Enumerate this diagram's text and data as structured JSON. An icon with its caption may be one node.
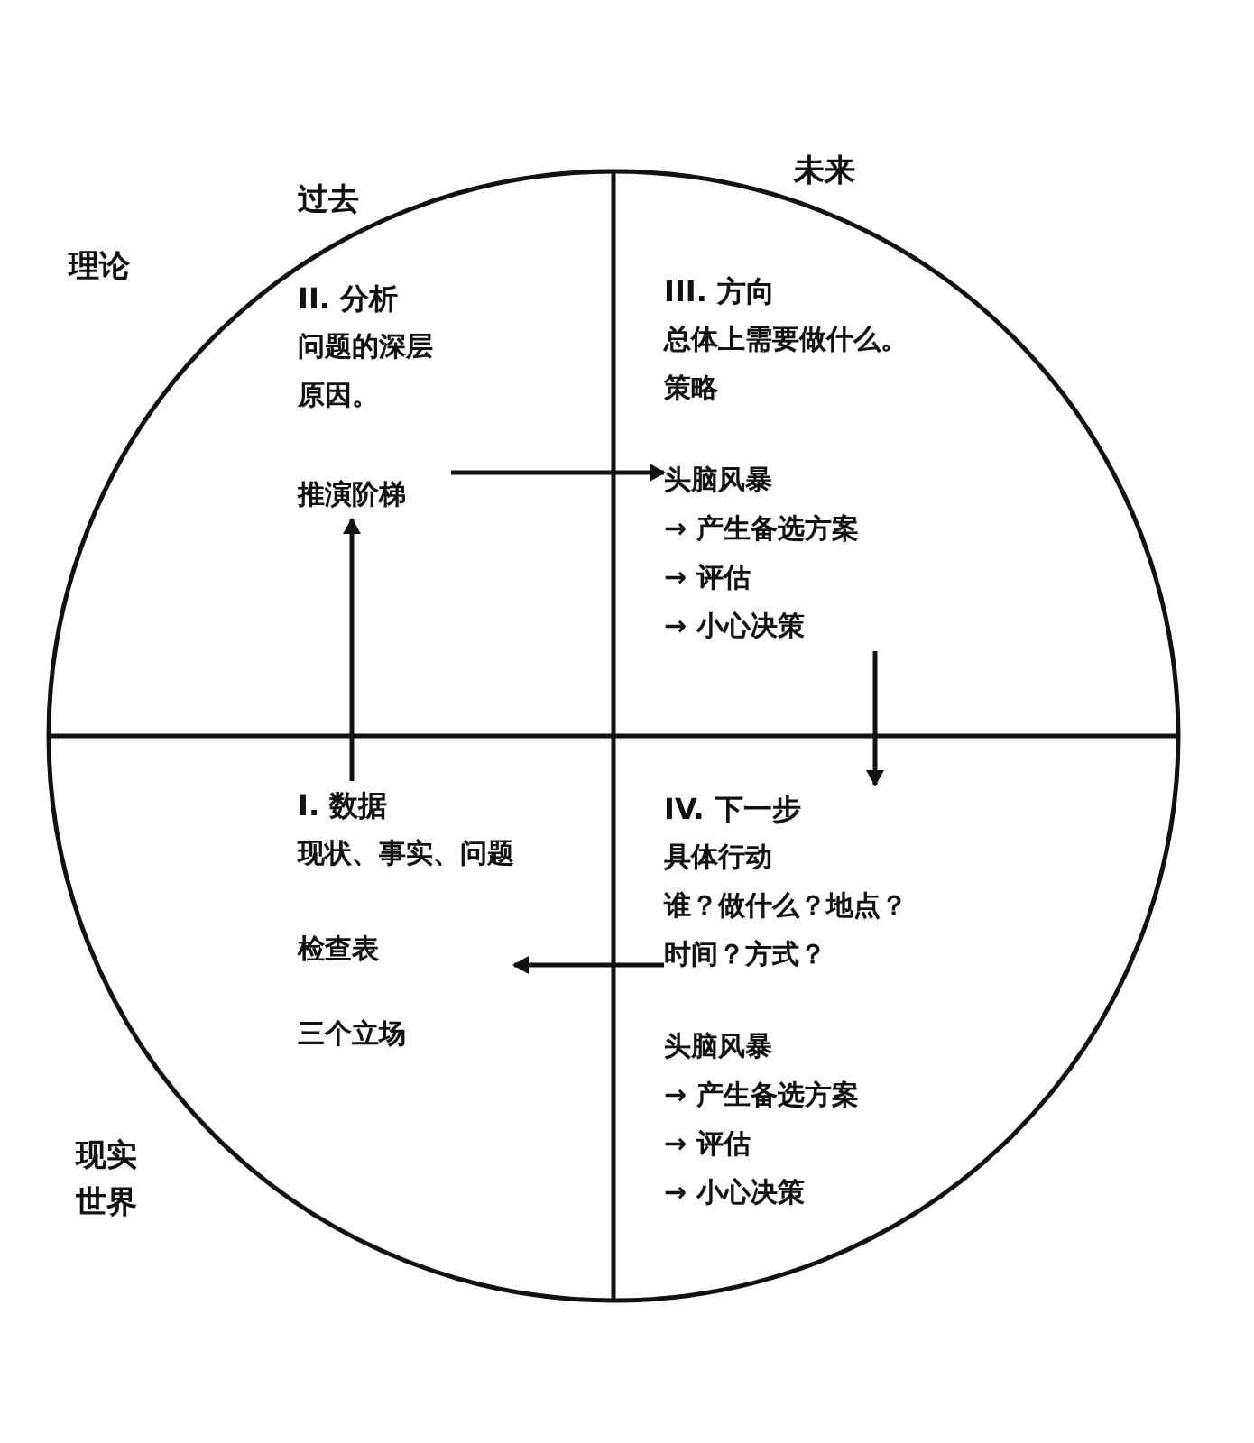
{
  "diagram": {
    "nodes": [
      {
        "text": [
          "II. 分析",
          "问题的深层原因。",
          "推演阶梯"
        ]
      },
      {
        "text": [
          "III. 方向",
          "总体上需要做什么。",
          "策略",
          "头脑风暴",
          "→ 产生备选方案",
          "→ 评估",
          "→ 小心决策"
        ]
      },
      {
        "text": [
          "I. 数据",
          "现状、事实、问题",
          "检查表",
          "三个立场"
        ]
      },
      {
        "text": [
          "IV. 下一步",
          "具体行动",
          "谁？做什么？地点？时间？方式？",
          "头脑风暴",
          "→ 产生备选方案",
          "→ 评估",
          "→ 小心决策"
        ]
      }
    ],
    "edges": [
      {
        "from": 2,
        "to": 0,
        "arrow": "to"
      },
      {
        "from": 0,
        "to": 1,
        "arrow": "to"
      },
      {
        "from": 1,
        "to": 3,
        "arrow": "to"
      },
      {
        "from": 3,
        "to": 2,
        "arrow": "to"
      }
    ],
    "labels": [
      "过去",
      "未来",
      "理论",
      "现实世界"
    ]
  }
}
